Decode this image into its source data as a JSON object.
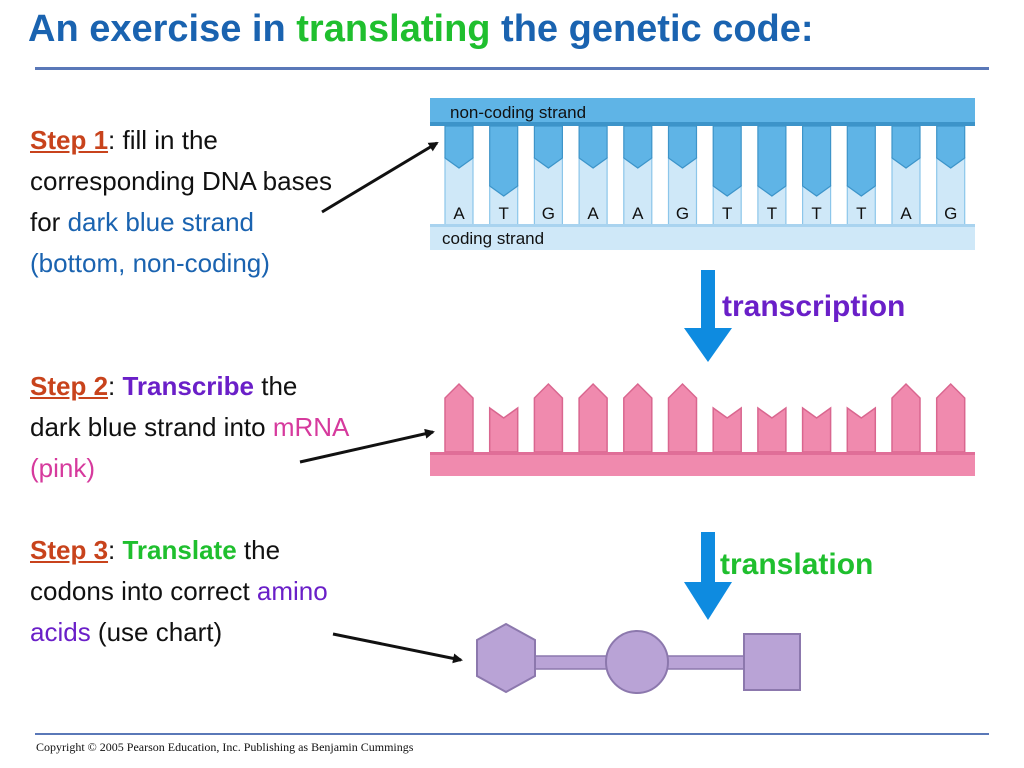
{
  "title": {
    "part1": "An exercise in ",
    "accent": "translating",
    "part2": " the genetic code:"
  },
  "steps": [
    {
      "label": "Step 1",
      "sep": ":  ",
      "text1": "fill in the corresponding DNA bases for ",
      "highlight": "dark blue strand (bottom, non-coding)"
    },
    {
      "label": "Step 2",
      "sep": ":  ",
      "verb": "Transcribe",
      "text1": " the dark blue strand into ",
      "highlight": "mRNA (pink)"
    },
    {
      "label": "Step 3",
      "sep": ":  ",
      "verb": "Translate",
      "text1": " the codons into correct ",
      "highlight": "amino acids",
      "text2": " (use chart)"
    }
  ],
  "dna": {
    "noncoding_label": "non-coding strand",
    "coding_label": "coding strand",
    "bases": [
      "A",
      "T",
      "G",
      "A",
      "A",
      "G",
      "T",
      "T",
      "T",
      "T",
      "A",
      "G"
    ]
  },
  "processes": {
    "transcription": "transcription",
    "translation": "translation"
  },
  "colors": {
    "title_blue": "#1a63b0",
    "title_green": "#1fbf2e",
    "step_label": "#c8431c",
    "dna_dark": "#5fb4e6",
    "dna_light": "#cfe8f8",
    "mrna_pink": "#f08aae",
    "amino_purple": "#b9a3d6",
    "arrow_blue": "#0e8be0"
  },
  "copyright": "Copyright © 2005 Pearson Education, Inc. Publishing as Benjamin Cummings"
}
